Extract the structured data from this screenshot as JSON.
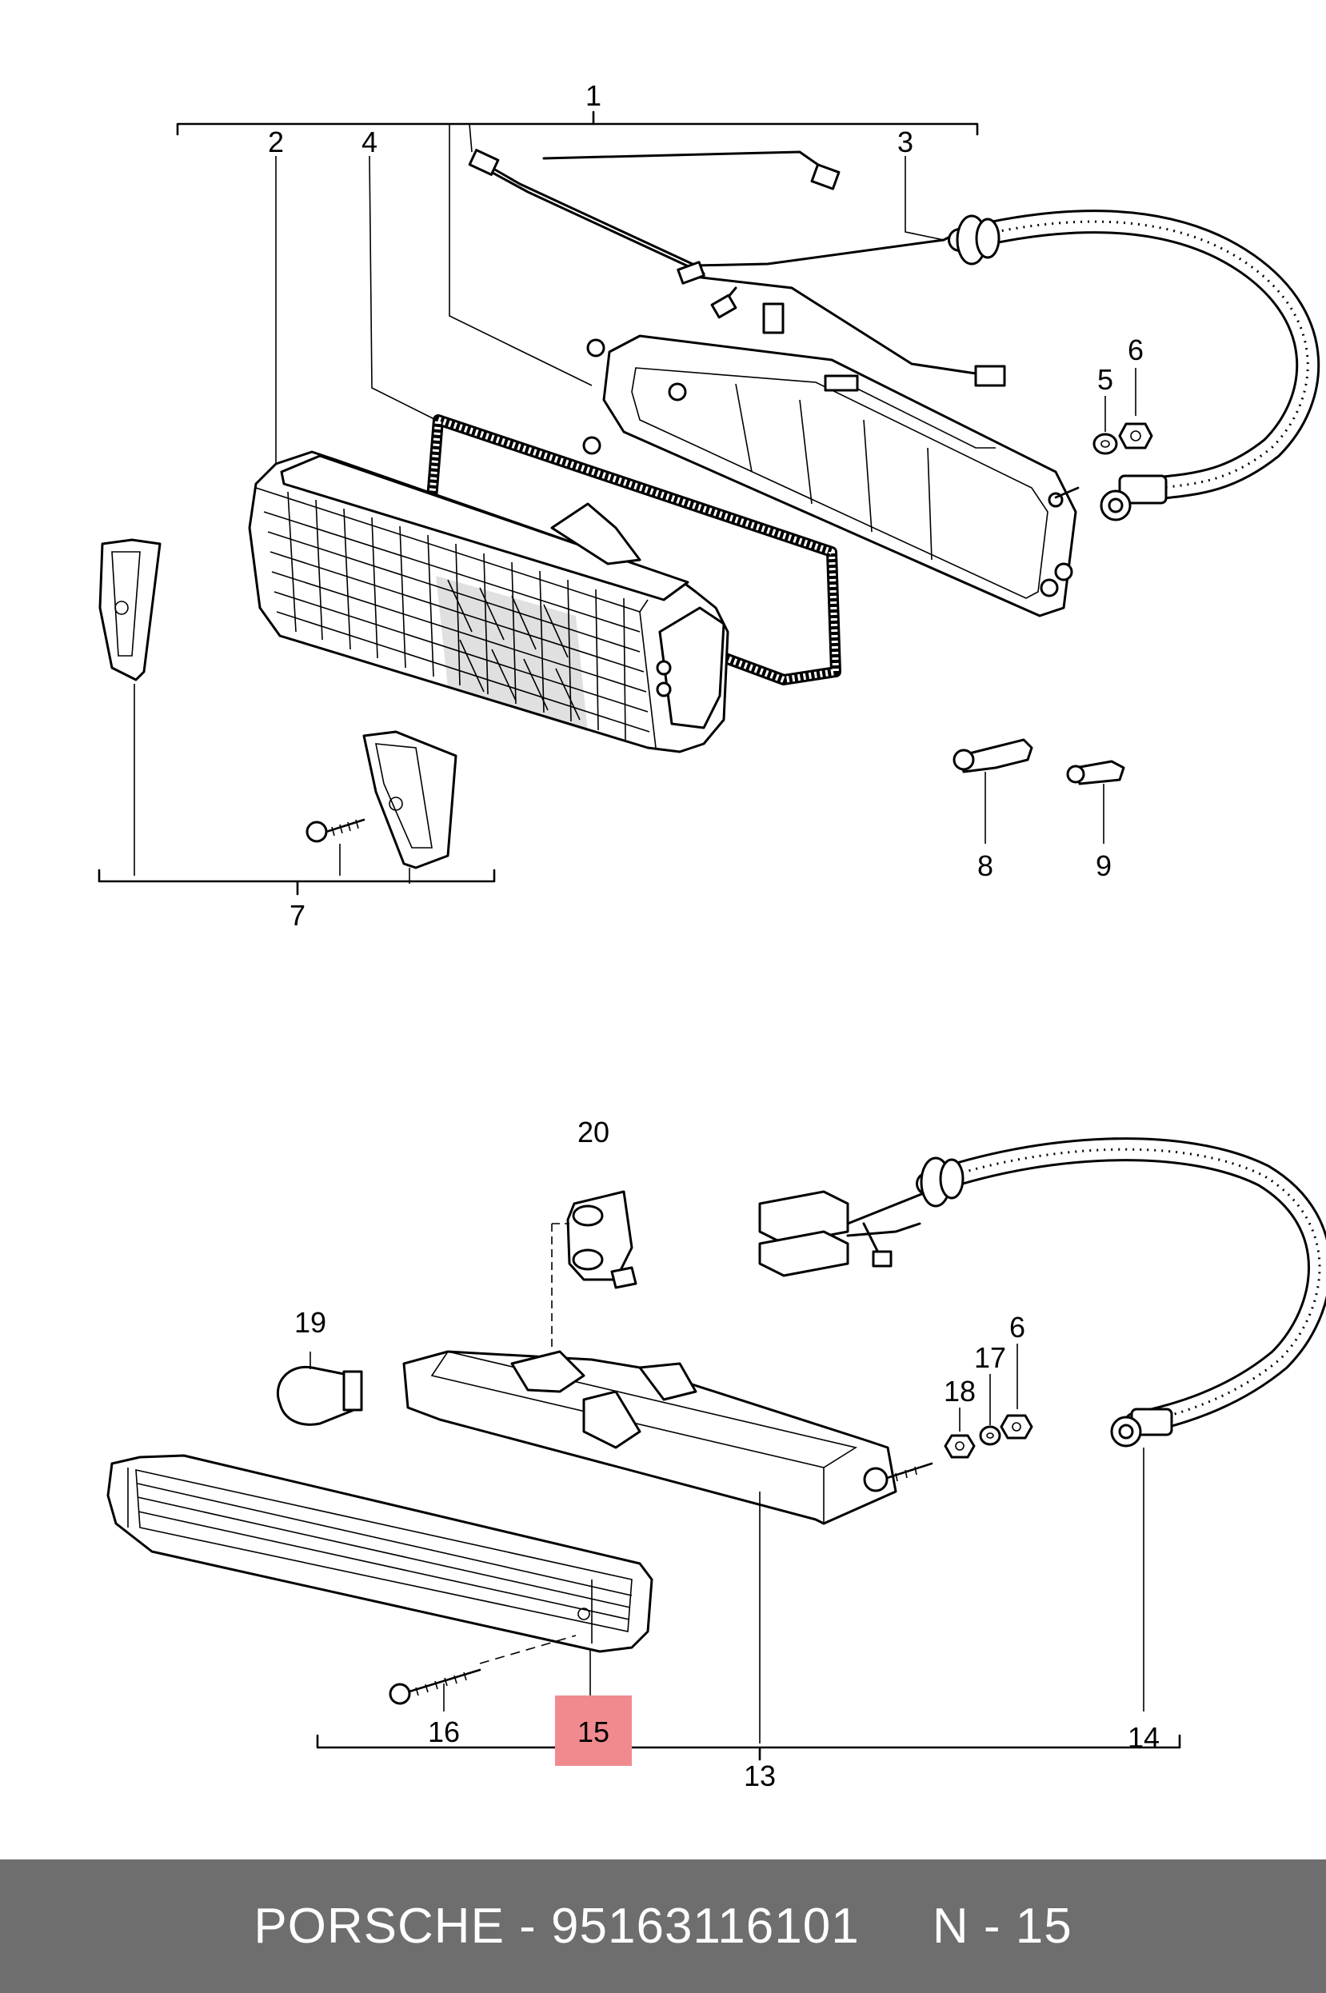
{
  "callouts": [
    {
      "id": "c1",
      "label": "1"
    },
    {
      "id": "c2",
      "label": "2"
    },
    {
      "id": "c3",
      "label": "3"
    },
    {
      "id": "c4",
      "label": "4"
    },
    {
      "id": "c5",
      "label": "5"
    },
    {
      "id": "c6a",
      "label": "6"
    },
    {
      "id": "c7",
      "label": "7"
    },
    {
      "id": "c8",
      "label": "8"
    },
    {
      "id": "c9",
      "label": "9"
    },
    {
      "id": "c20",
      "label": "20"
    },
    {
      "id": "c19",
      "label": "19"
    },
    {
      "id": "c17",
      "label": "17"
    },
    {
      "id": "c6b",
      "label": "6"
    },
    {
      "id": "c18",
      "label": "18"
    },
    {
      "id": "c16",
      "label": "16"
    },
    {
      "id": "c15",
      "label": "15",
      "highlighted": true
    },
    {
      "id": "c14",
      "label": "14"
    },
    {
      "id": "c13",
      "label": "13"
    }
  ],
  "highlight_color": "#f08a8e",
  "footer": {
    "text": "PORSCHE - 95163116101     N - 15",
    "background": "#6e6e6e",
    "text_color": "#ffffff"
  }
}
